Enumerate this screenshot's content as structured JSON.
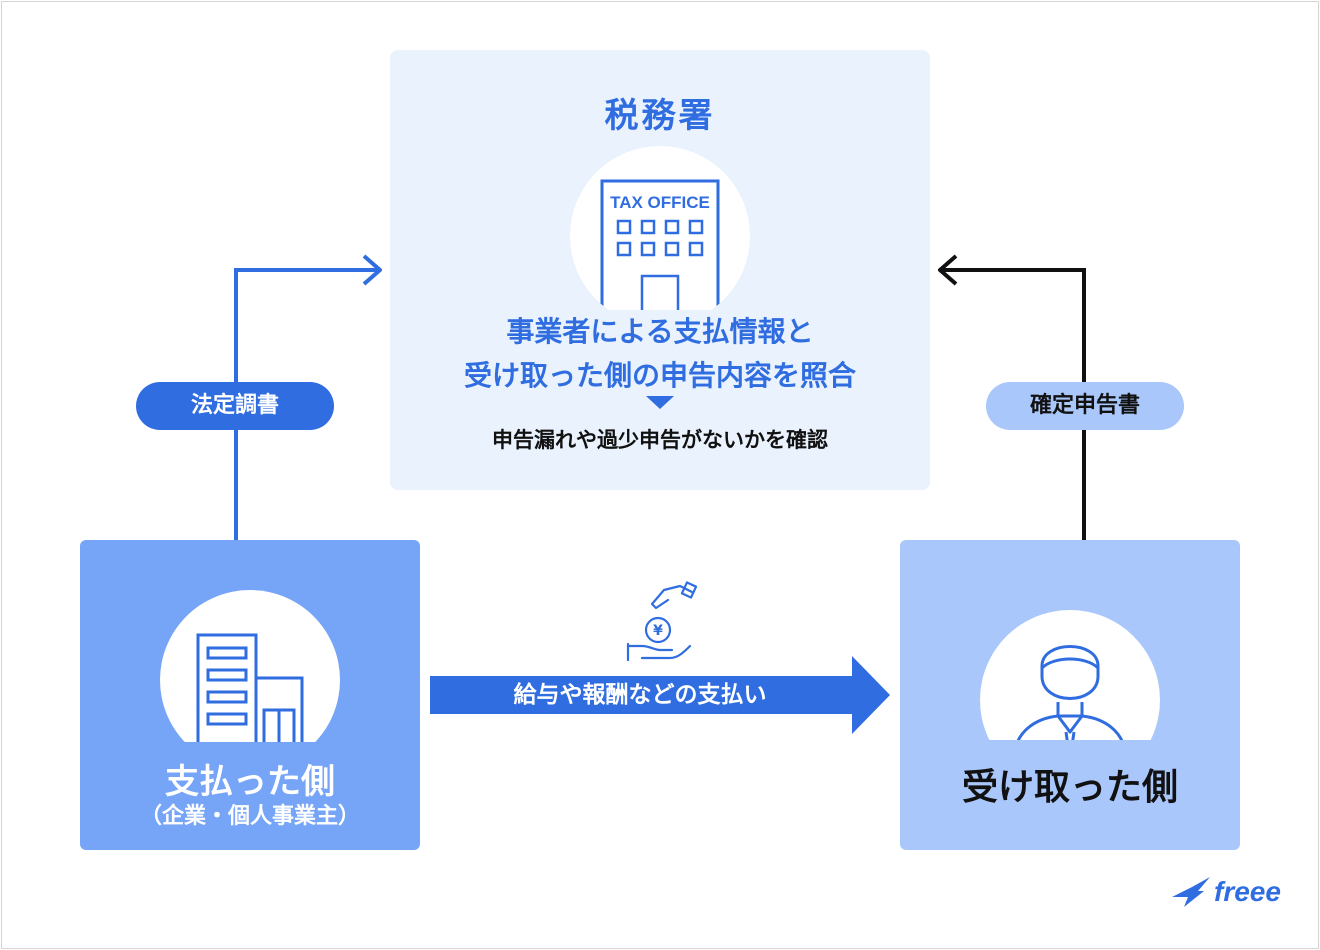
{
  "tax_office": {
    "title": "税務署",
    "sign_text": "TAX OFFICE",
    "main_line1": "事業者による支払情報と",
    "main_line2": "受け取った側の申告内容を照合",
    "sub_text": "申告漏れや過少申告がないかを確認"
  },
  "left_flow": {
    "label": "法定調書"
  },
  "right_flow": {
    "label": "確定申告書"
  },
  "payer": {
    "title": "支払った側",
    "subtitle": "（企業・個人事業主）"
  },
  "receiver": {
    "title": "受け取った側"
  },
  "payment": {
    "label": "給与や報酬などの支払い",
    "coin_symbol": "¥"
  },
  "logo": {
    "text": "freee"
  },
  "colors": {
    "primary_blue": "#2f6de0",
    "tax_box_bg": "#e9f2fd",
    "payer_bg": "#76a5f8",
    "receiver_bg": "#a9c7fb",
    "right_arrow": "#111111"
  },
  "icons": {
    "tax_office": "building-icon",
    "payer": "office-building-icon",
    "receiver": "person-icon",
    "payment": "hand-coin-icon"
  }
}
